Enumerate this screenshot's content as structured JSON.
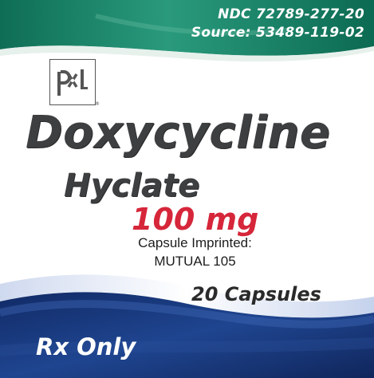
{
  "ndc": "NDC 72789-277-20",
  "source": "Source: 53489-119-02",
  "logo": {
    "icon": "pxl-logo-icon",
    "registered_mark": "®"
  },
  "product_name": "Doxycycline",
  "salt_form": "Hyclate",
  "strength": "100 mg",
  "imprint_label": "Capsule Imprinted:",
  "imprint_value": "MUTUAL 105",
  "count": "20 Capsules",
  "rx_only": "Rx Only",
  "colors": {
    "top_band": "#0f7a5e",
    "bottom_band": "#1b3a7a",
    "product_text": "#3d3f41",
    "strength_text": "#d6263a"
  }
}
